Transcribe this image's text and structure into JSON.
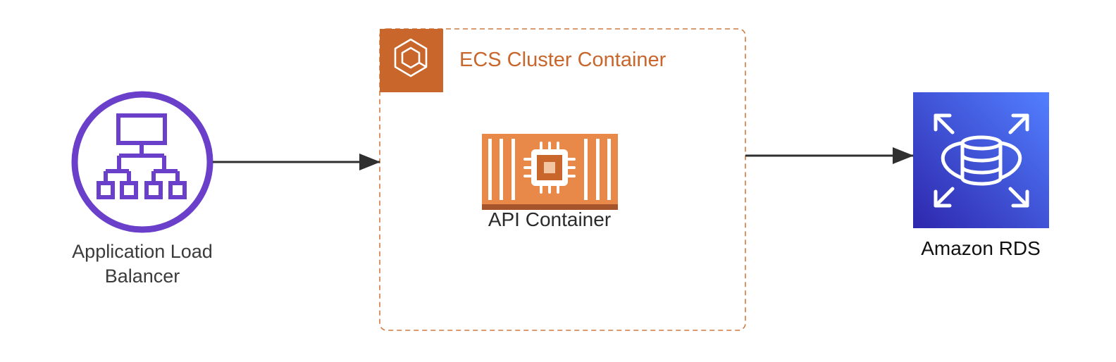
{
  "nodes": {
    "load_balancer": {
      "label": "Application Load\nBalancer",
      "icon": "application-load-balancer-icon",
      "color": "#6a3fc9"
    },
    "ecs_cluster": {
      "label": "ECS Cluster Container",
      "icon": "ecs-icon",
      "color": "#c8662b"
    },
    "api_container": {
      "label": "API Container",
      "icon": "container-chip-icon",
      "color": "#e8894a"
    },
    "rds": {
      "label": "Amazon RDS",
      "icon": "rds-database-icon",
      "color": "#3b48cc"
    }
  },
  "edges": [
    {
      "from": "load_balancer",
      "to": "ecs_cluster"
    },
    {
      "from": "ecs_cluster",
      "to": "rds"
    }
  ]
}
